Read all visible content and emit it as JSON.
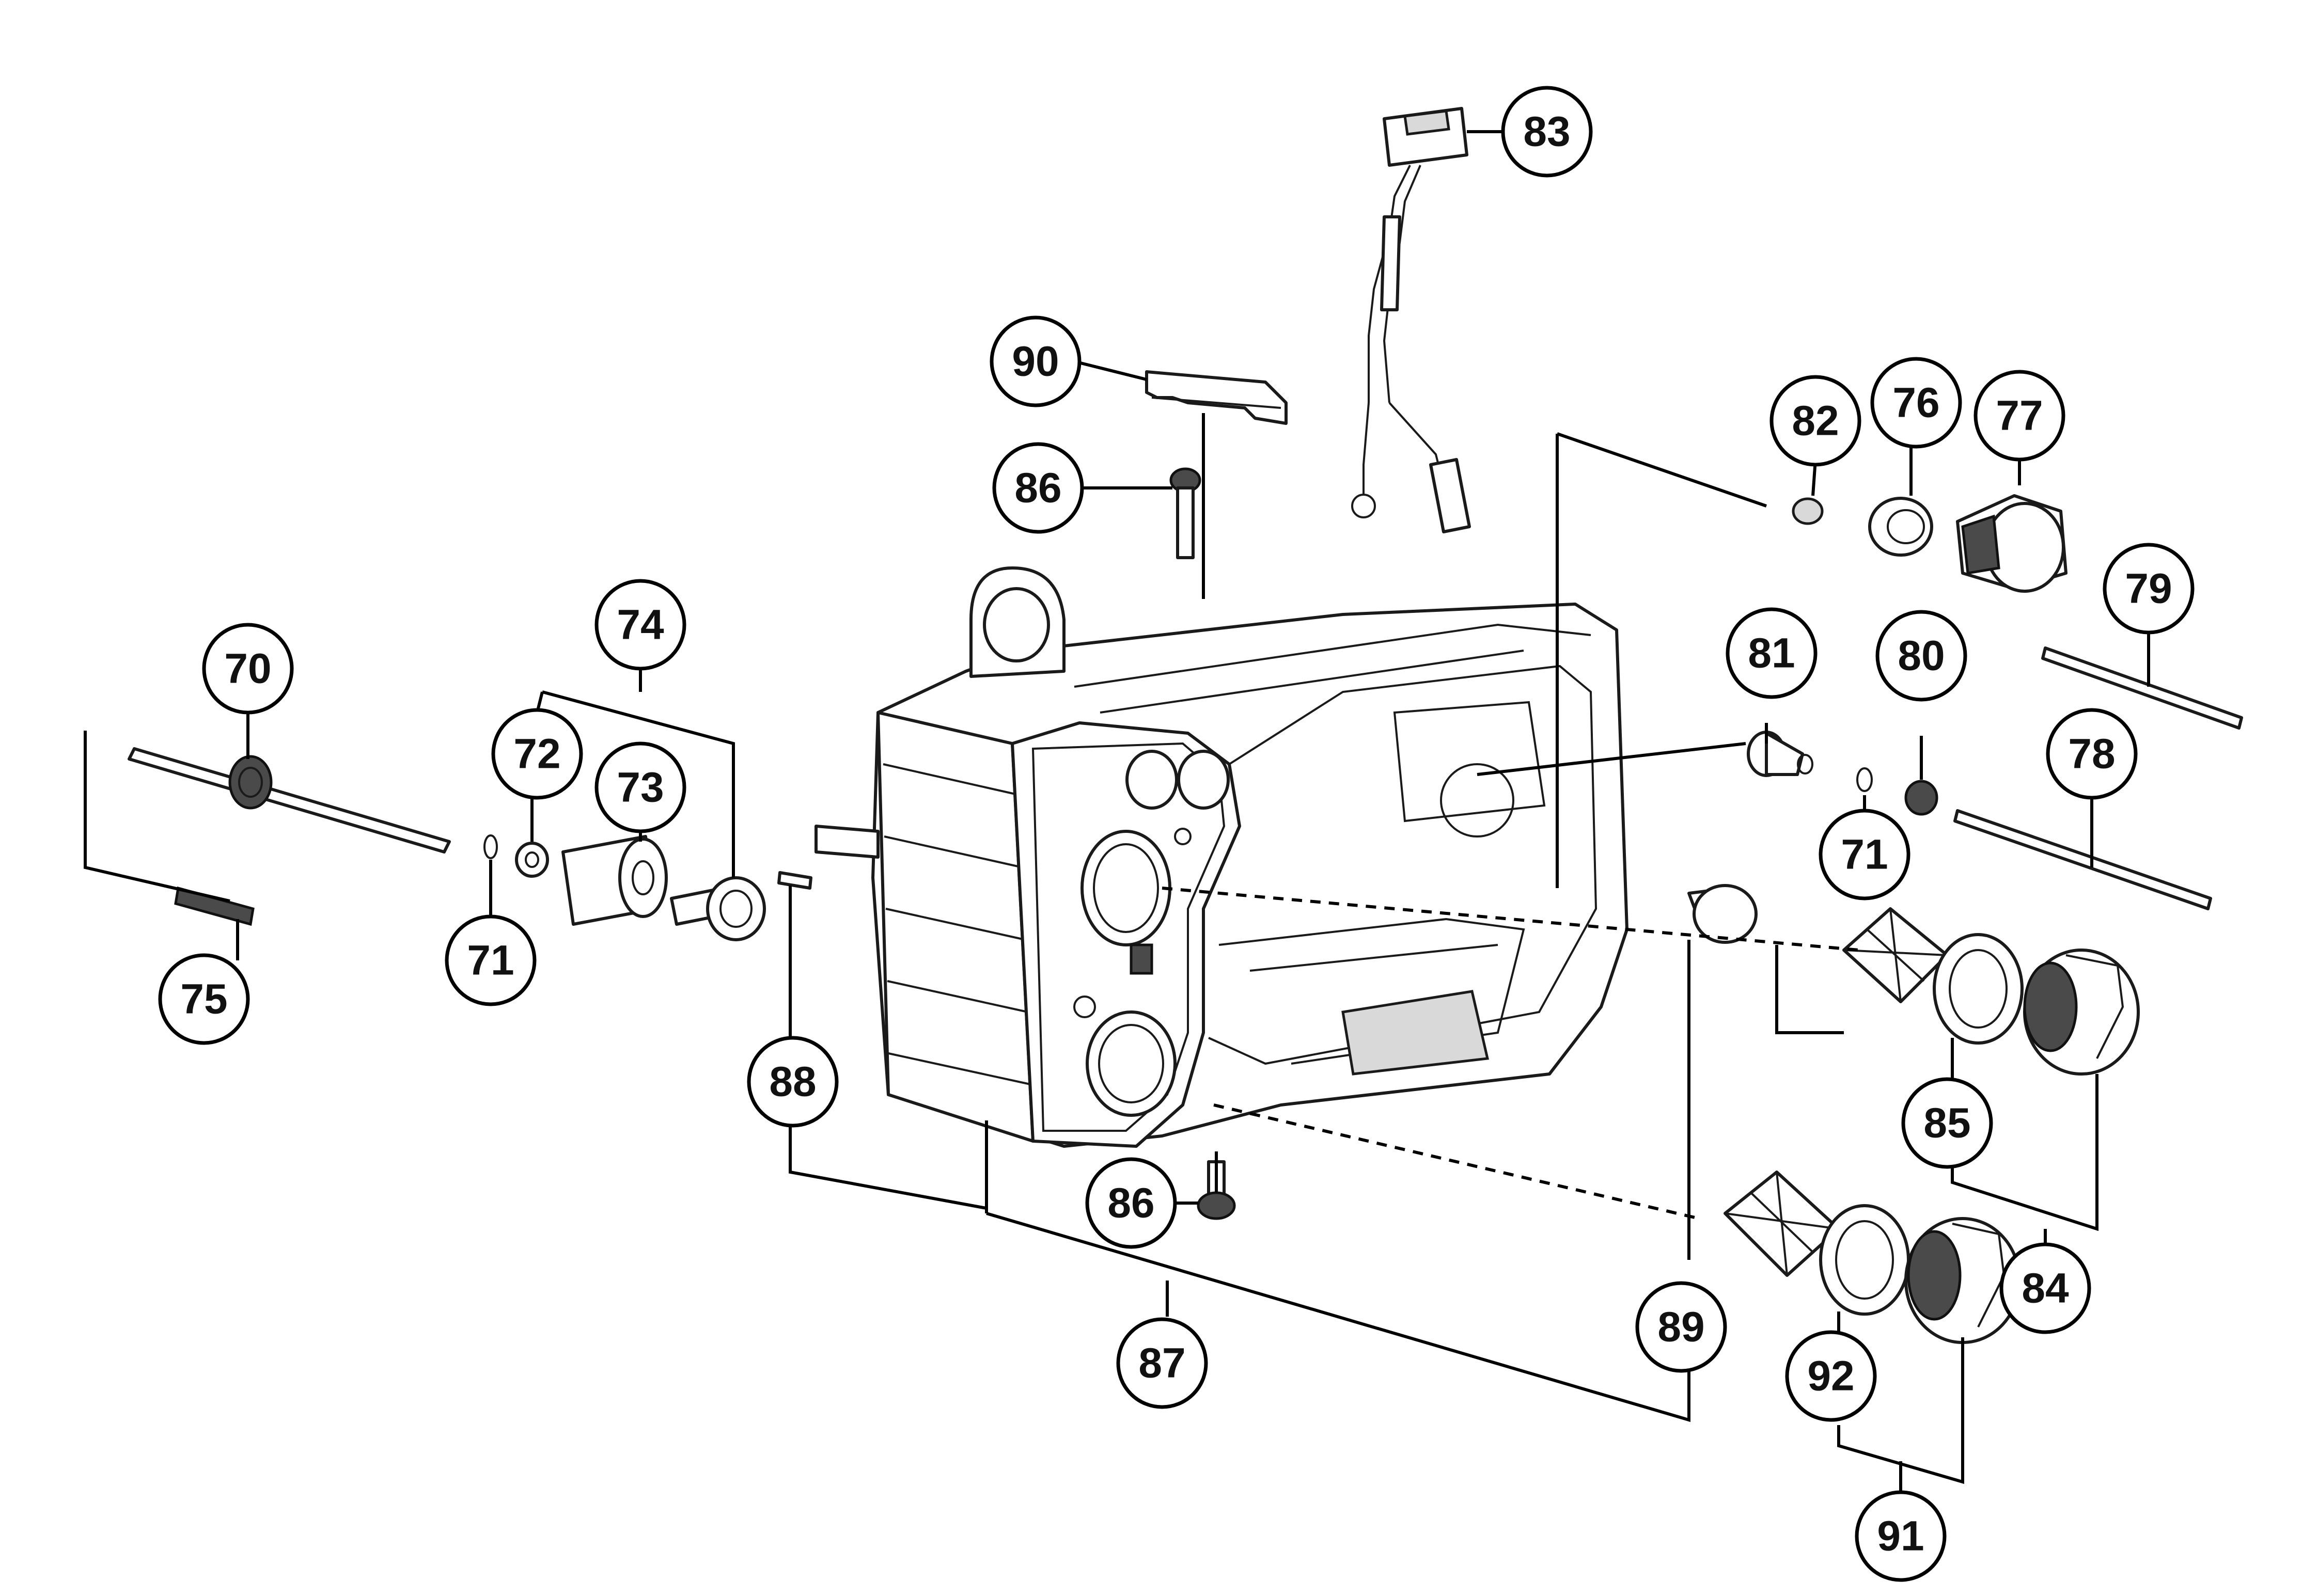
{
  "callouts": [
    {
      "id": "c70",
      "label": "70"
    },
    {
      "id": "c71a",
      "label": "71"
    },
    {
      "id": "c71b",
      "label": "71"
    },
    {
      "id": "c72",
      "label": "72"
    },
    {
      "id": "c73",
      "label": "73"
    },
    {
      "id": "c74",
      "label": "74"
    },
    {
      "id": "c75",
      "label": "75"
    },
    {
      "id": "c76",
      "label": "76"
    },
    {
      "id": "c77",
      "label": "77"
    },
    {
      "id": "c78",
      "label": "78"
    },
    {
      "id": "c79",
      "label": "79"
    },
    {
      "id": "c80",
      "label": "80"
    },
    {
      "id": "c81",
      "label": "81"
    },
    {
      "id": "c82",
      "label": "82"
    },
    {
      "id": "c83",
      "label": "83"
    },
    {
      "id": "c84",
      "label": "84"
    },
    {
      "id": "c85",
      "label": "85"
    },
    {
      "id": "c86a",
      "label": "86"
    },
    {
      "id": "c86b",
      "label": "86"
    },
    {
      "id": "c87",
      "label": "87"
    },
    {
      "id": "c88",
      "label": "88"
    },
    {
      "id": "c89",
      "label": "89"
    },
    {
      "id": "c90",
      "label": "90"
    },
    {
      "id": "c91",
      "label": "91"
    },
    {
      "id": "c92",
      "label": "92"
    }
  ]
}
